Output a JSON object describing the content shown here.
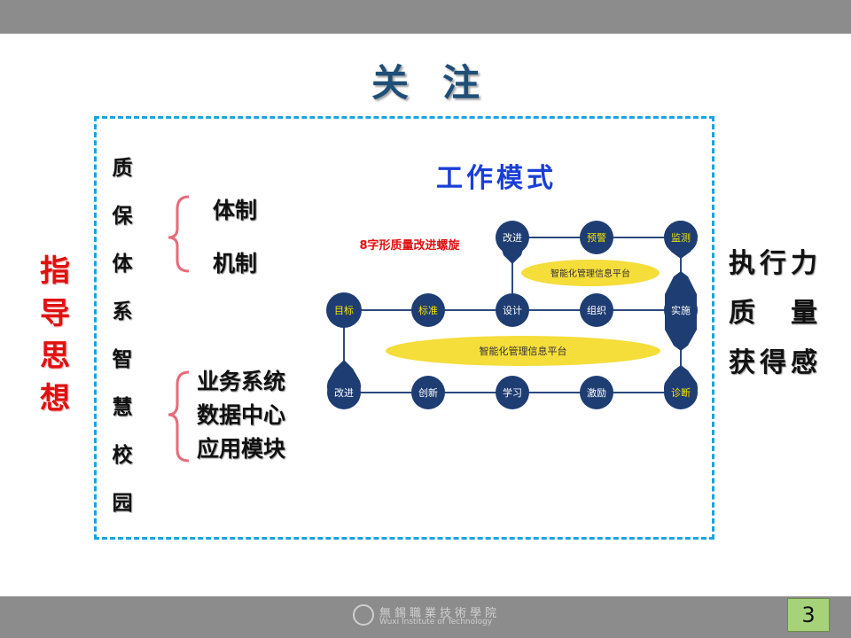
{
  "slide": {
    "title": "关注",
    "left_label": [
      "指",
      "导",
      "思",
      "想"
    ],
    "vertical_text": [
      "质",
      "保",
      "体",
      "系",
      "智",
      "慧",
      "校",
      "园"
    ],
    "group_top": [
      "体制",
      "机制"
    ],
    "group_bottom": [
      "业务系统",
      "数据中心",
      "应用模块"
    ],
    "right_text": [
      [
        "执",
        "行",
        "力"
      ],
      [
        "质",
        "",
        "量"
      ],
      [
        "获",
        "得",
        "感"
      ]
    ],
    "page_number": "3"
  },
  "diagram": {
    "heading": "工作模式",
    "spiral_label": "8字形质量改进螺旋",
    "platform_label": "智能化管理信息平台",
    "nodes": {
      "top_gaijin": "改进",
      "yujing": "预警",
      "jiance": "监测",
      "mubiao": "目标",
      "biaozhun": "标准",
      "sheji": "设计",
      "zuzhi": "组织",
      "shishi": "实施",
      "bottom_gaijin": "改进",
      "chuangxin": "创新",
      "xuexi": "学习",
      "jili": "激励",
      "zhenduan": "诊断"
    }
  },
  "footer": {
    "school_cn": "無錫職業技術學院",
    "school_en": "Wuxi Institute of Technology"
  },
  "colors": {
    "node_navy": "#1e3d73",
    "accent_yellow": "#f2e200",
    "platform_yellow": "#f5dd3a",
    "title_blue": "#1f4e79",
    "red": "#e01010",
    "dashed_border": "#1aa3e0",
    "bar_gray": "#8c8c8c",
    "page_box_green": "#a6d27a"
  }
}
